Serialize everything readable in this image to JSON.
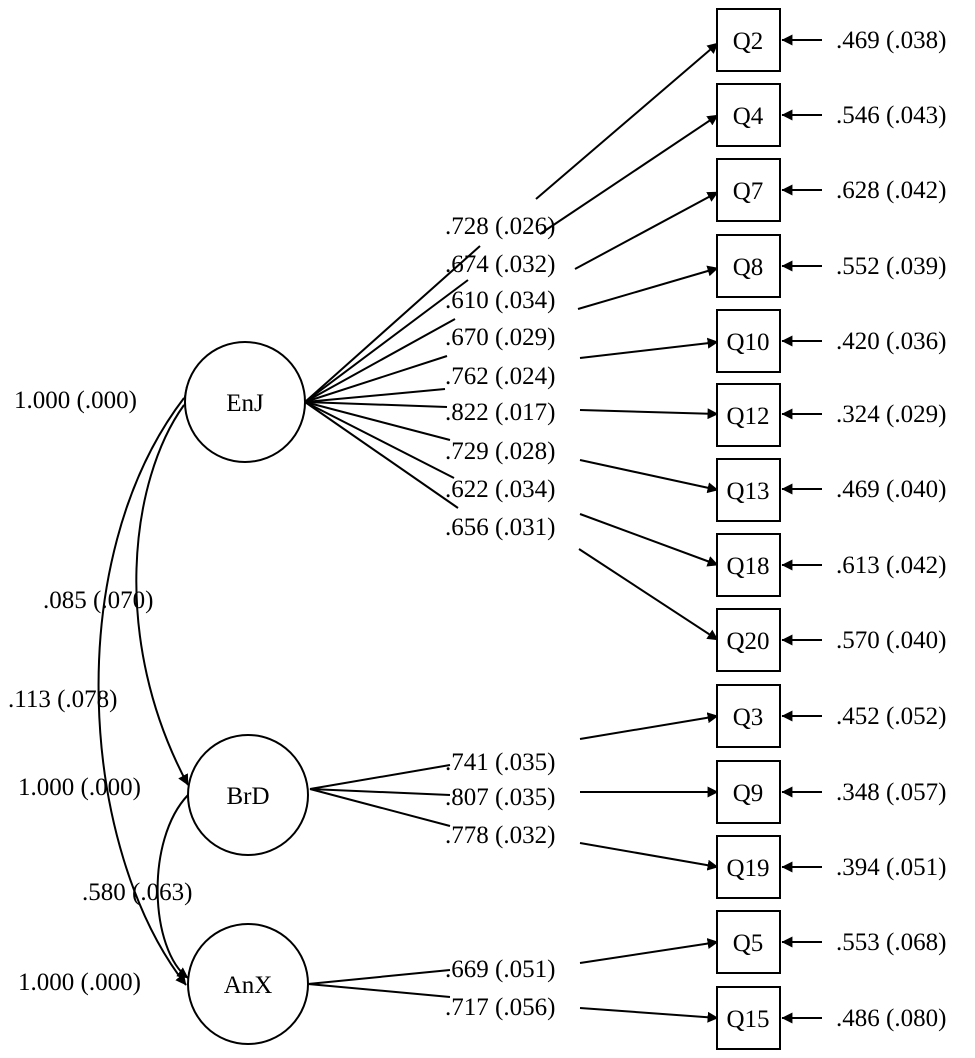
{
  "latent_variables": [
    {
      "id": "EnJ",
      "label": "EnJ",
      "variance": "1.000 (.000)"
    },
    {
      "id": "BrD",
      "label": "BrD",
      "variance": "1.000 (.000)"
    },
    {
      "id": "AnX",
      "label": "AnX",
      "variance": "1.000 (.000)"
    }
  ],
  "correlations": [
    {
      "from": "EnJ",
      "to": "BrD",
      "value": ".085 (.070)"
    },
    {
      "from": "EnJ",
      "to": "AnX",
      "value": ".113 (.078)"
    },
    {
      "from": "BrD",
      "to": "AnX",
      "value": ".580 (.063)"
    }
  ],
  "indicators": [
    {
      "id": "Q2",
      "factor": "EnJ",
      "loading": ".728 (.026)",
      "residual": ".469 (.038)"
    },
    {
      "id": "Q4",
      "factor": "EnJ",
      "loading": ".674 (.032)",
      "residual": ".546 (.043)"
    },
    {
      "id": "Q7",
      "factor": "EnJ",
      "loading": ".610 (.034)",
      "residual": ".628 (.042)"
    },
    {
      "id": "Q8",
      "factor": "EnJ",
      "loading": ".670 (.029)",
      "residual": ".552 (.039)"
    },
    {
      "id": "Q10",
      "factor": "EnJ",
      "loading": ".762 (.024)",
      "residual": ".420 (.036)"
    },
    {
      "id": "Q12",
      "factor": "EnJ",
      "loading": ".822 (.017)",
      "residual": ".324 (.029)"
    },
    {
      "id": "Q13",
      "factor": "EnJ",
      "loading": ".729 (.028)",
      "residual": ".469 (.040)"
    },
    {
      "id": "Q18",
      "factor": "EnJ",
      "loading": ".622 (.034)",
      "residual": ".613 (.042)"
    },
    {
      "id": "Q20",
      "factor": "EnJ",
      "loading": ".656 (.031)",
      "residual": ".570 (.040)"
    },
    {
      "id": "Q3",
      "factor": "BrD",
      "loading": ".741 (.035)",
      "residual": ".452 (.052)"
    },
    {
      "id": "Q9",
      "factor": "BrD",
      "loading": ".807 (.035)",
      "residual": ".348 (.057)"
    },
    {
      "id": "Q19",
      "factor": "BrD",
      "loading": ".778 (.032)",
      "residual": ".394 (.051)"
    },
    {
      "id": "Q5",
      "factor": "AnX",
      "loading": ".669 (.051)",
      "residual": ".553 (.068)"
    },
    {
      "id": "Q15",
      "factor": "AnX",
      "loading": ".717 (.056)",
      "residual": ".486 (.080)"
    }
  ]
}
